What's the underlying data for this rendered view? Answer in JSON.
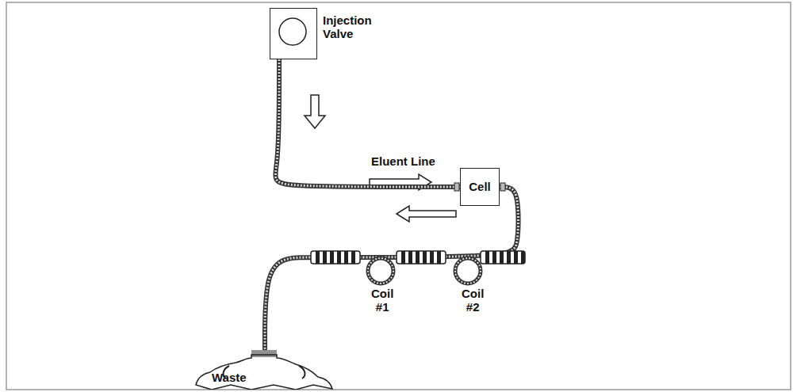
{
  "diagram": {
    "nodes": [
      {
        "text": [
          "Injection Valve"
        ]
      },
      {
        "text": [
          "Cell"
        ]
      },
      {
        "text": [
          "Waste"
        ]
      }
    ],
    "edges": [
      {
        "from": 0,
        "to": 1,
        "arrow": "none",
        "label": "Eluent Line"
      },
      {
        "from": 1,
        "to": 2,
        "arrow": "none"
      }
    ],
    "labels": [
      "Coil #1",
      "Coil #2"
    ]
  }
}
